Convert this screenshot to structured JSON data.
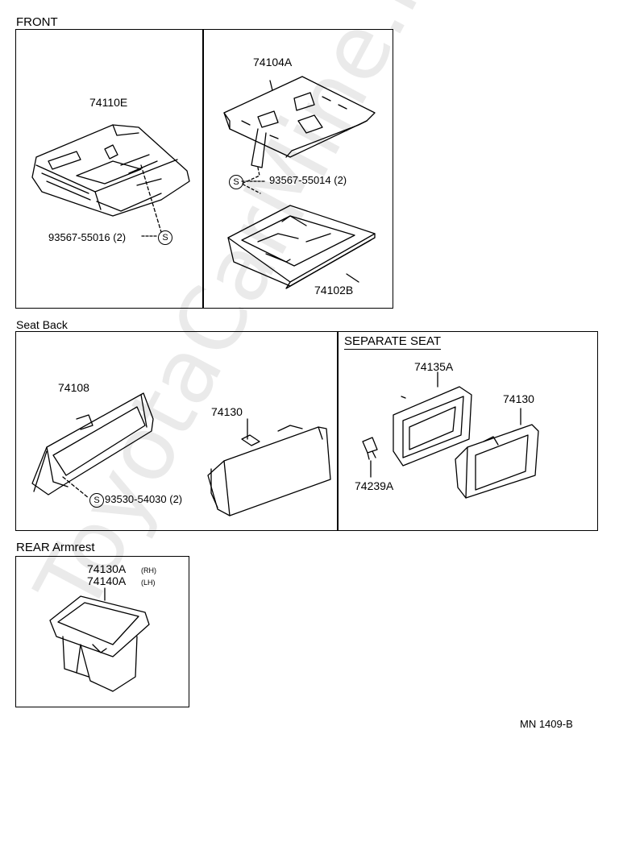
{
  "watermark": "ToyotaCarMine.ru",
  "sections": {
    "front": "FRONT",
    "seat_back": "Seat Back",
    "separate_seat": "SEPARATE  SEAT",
    "rear_armrest": "REAR Armrest"
  },
  "parts": {
    "p74110E": "74110E",
    "p74104A": "74104A",
    "p93567_55014": "93567-55014 (2)",
    "p93567_55016": "93567-55016 (2)",
    "p74102B": "74102B",
    "p74108": "74108",
    "p74130_seat": "74130",
    "p93530_54030": "93530-54030 (2)",
    "p74135A": "74135A",
    "p74130_sep": "74130",
    "p74239A": "74239A",
    "p74130A": "74130A",
    "p74130A_side": "(RH)",
    "p74140A": "74140A",
    "p74140A_side": "(LH)"
  },
  "screw_symbol": "S",
  "doc_ref": "MN  1409-B",
  "icons": [
    "ashtray-front-icon",
    "ashtray-bracket-icon",
    "ashtray-drawer-icon",
    "seat-back-housing-icon",
    "seat-back-ashtray-icon",
    "separate-seat-housing-icon",
    "clip-icon",
    "rear-armrest-ashtray-icon",
    "screw-icon"
  ]
}
